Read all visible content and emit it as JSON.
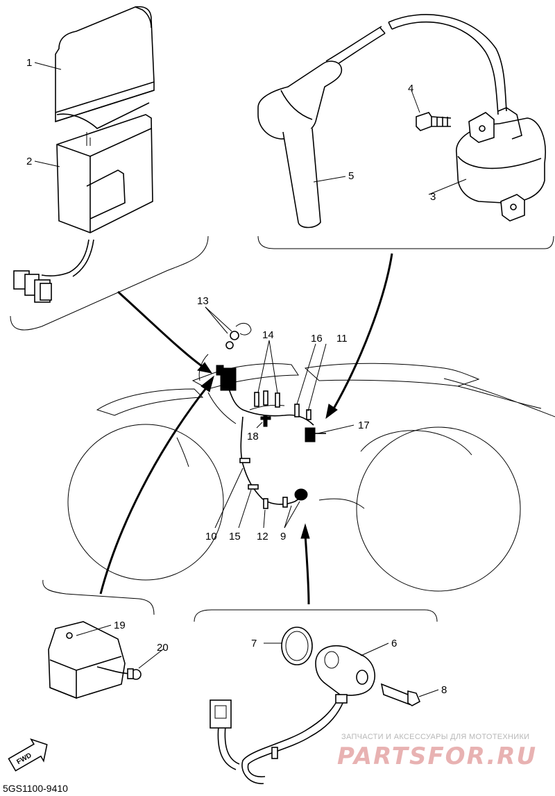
{
  "diagram_code": "5GS1100-9410",
  "fwd_label": "FWD",
  "watermark": {
    "line1": "ЗАПЧАСТИ И АКСЕССУАРЫ ДЛЯ МОТОТЕХНИКИ",
    "line2": "PARTSFOR.RU"
  },
  "callouts": [
    "1",
    "2",
    "3",
    "4",
    "5",
    "6",
    "7",
    "8",
    "9",
    "10",
    "11",
    "12",
    "13",
    "14",
    "15",
    "16",
    "17",
    "18",
    "19",
    "20"
  ]
}
